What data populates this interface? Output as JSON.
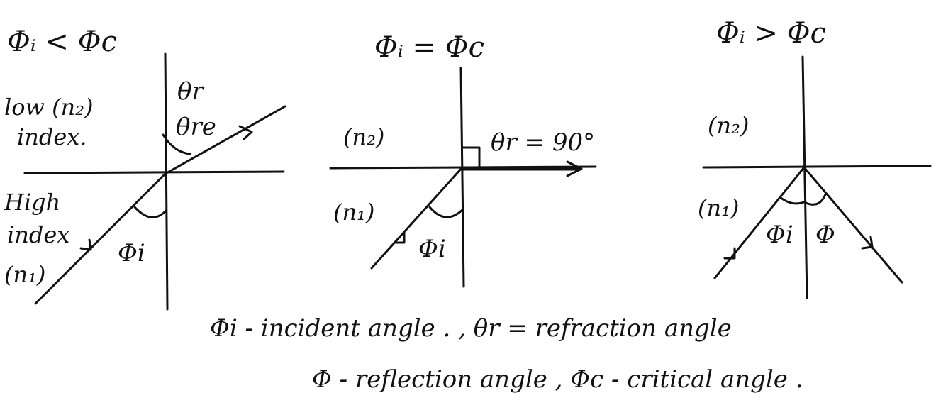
{
  "panels": [
    {
      "condition": "Φᵢ < Φc",
      "medium_top_label": "low (n₂)",
      "medium_top_label_2": "index.",
      "medium_bottom_label": "High",
      "medium_bottom_label_2": "index",
      "medium_bottom_label_3": "(n₁)",
      "angle_refracted_1": "θr",
      "angle_refracted_2": "θre",
      "angle_incident": "Φi"
    },
    {
      "condition": "Φᵢ = Φc",
      "medium_top_label": "(n₂)",
      "medium_bottom_label": "(n₁)",
      "angle_refracted": "θr = 90°",
      "angle_incident": "Φi"
    },
    {
      "condition": "Φᵢ > Φc",
      "medium_top_label": "(n₂)",
      "medium_bottom_label": "(n₁)",
      "angle_incident": "Φi",
      "angle_reflected": "Φ"
    }
  ],
  "legend": {
    "line1": "Φi - incident angle . , θr = refraction angle",
    "line2": "Φ - reflection angle , Φc - critical angle ."
  },
  "colors": {
    "ink": "#111111",
    "background": "#ffffff"
  }
}
